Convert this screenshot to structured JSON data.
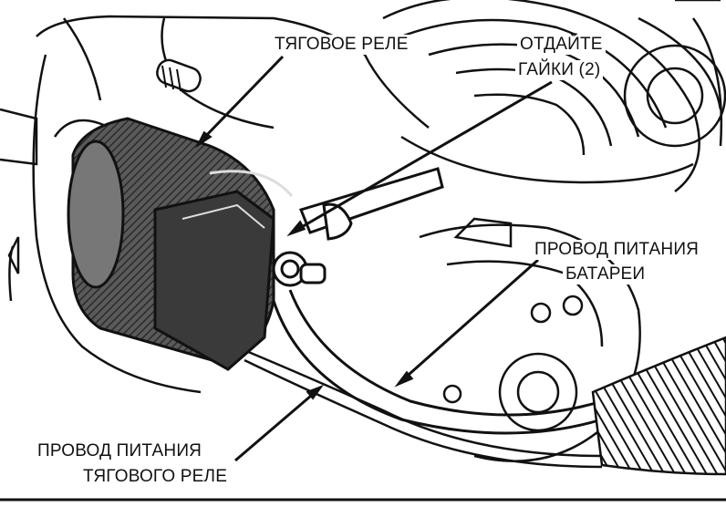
{
  "labels": {
    "solenoid": "ТЯГОВОЕ РЕЛЕ",
    "nuts_line1": "ОТДАЙТЕ",
    "nuts_line2": "ГАЙКИ (2)",
    "battery_cable_line1": "ПРОВОД ПИТАНИЯ",
    "battery_cable_line2": "БАТАРЕИ",
    "solenoid_wire_line1": "ПРОВОД ПИТАНИЯ",
    "solenoid_wire_line2": "ТЯГОВОГО РЕЛЕ"
  },
  "colors": {
    "ink": "#111111",
    "solenoid_fill": "#4a4a4a",
    "background": "#ffffff"
  }
}
